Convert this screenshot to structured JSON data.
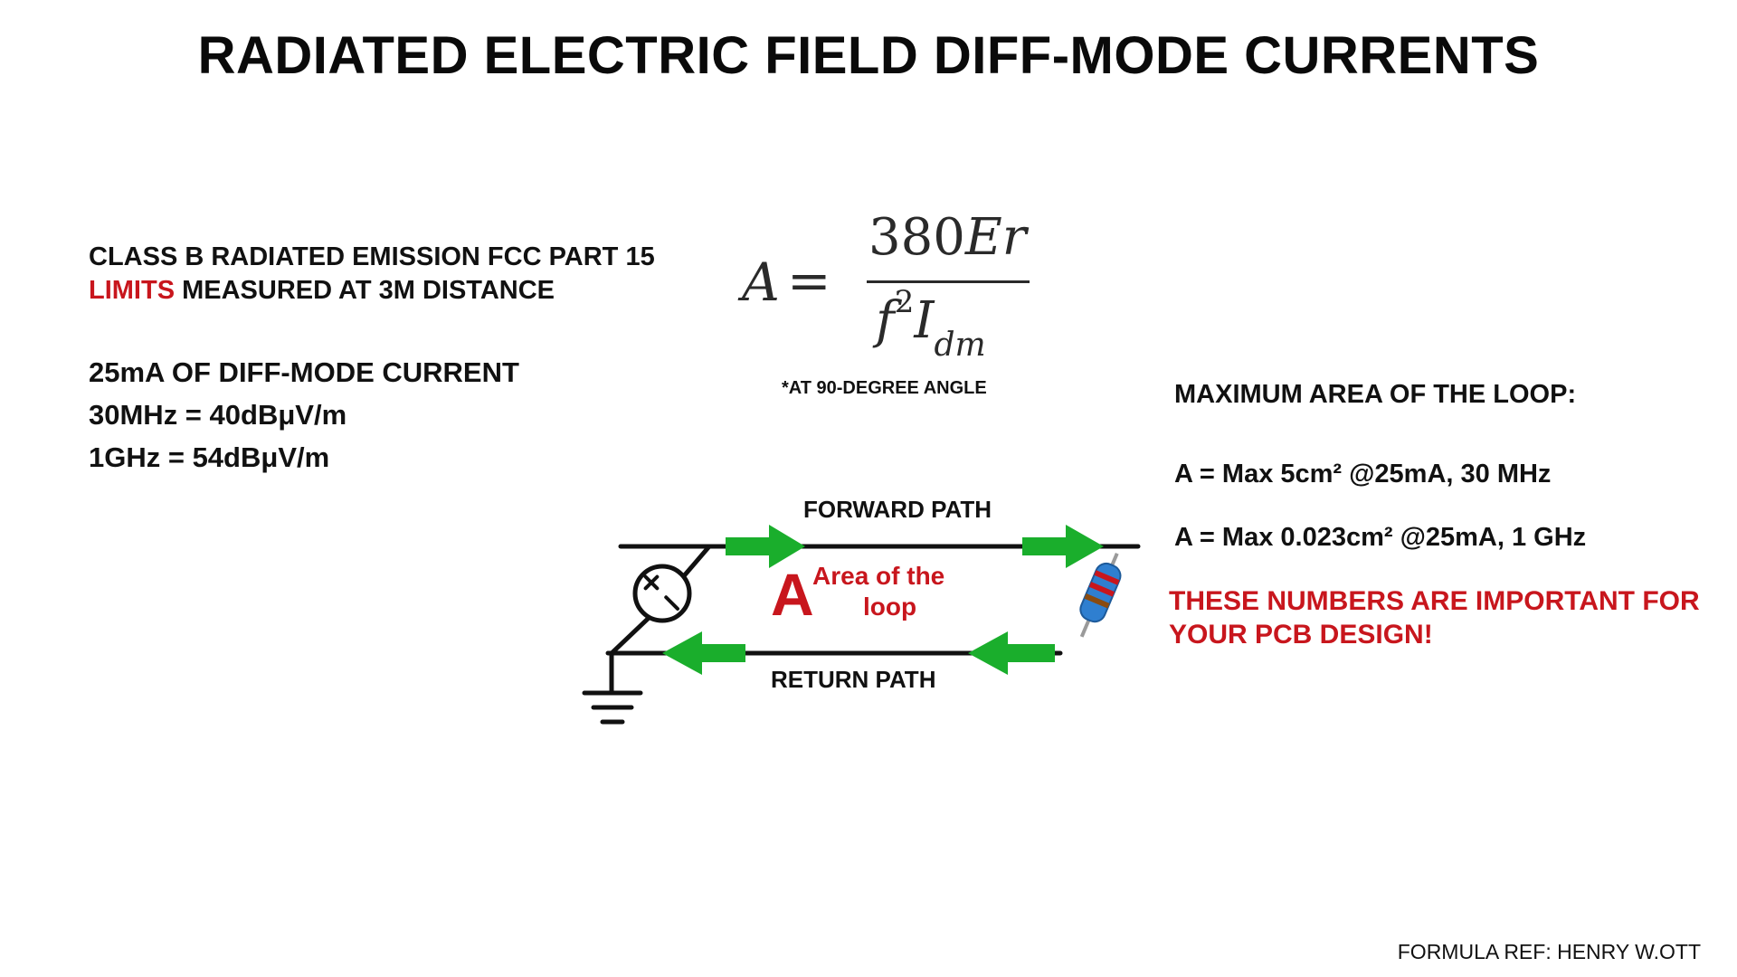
{
  "title": "RADIATED ELECTRIC FIELD DIFF-MODE CURRENTS",
  "left": {
    "class_line": "CLASS B RADIATED EMISSION FCC PART 15",
    "limits_word": "LIMITS",
    "limits_rest": " MEASURED AT 3M DISTANCE",
    "current_line": "25mA OF DIFF-MODE CURRENT",
    "freq_line_1": "30MHz = 40dBμV/m",
    "freq_line_2": "1GHz = 54dBμV/m"
  },
  "formula": {
    "lhs": "A",
    "eq": "=",
    "num_coef": "380",
    "num_var": "Er",
    "den_var": "f",
    "den_exp": "2",
    "den_I": "I",
    "den_sub": "dm",
    "note": "*AT 90-DEGREE ANGLE"
  },
  "diagram": {
    "forward_label": "FORWARD PATH",
    "return_label": "RETURN PATH",
    "area_letter": "A",
    "area_line_1": "Area of the",
    "area_line_2": "loop",
    "source_icon": "voltage-source-icon",
    "ground_icon": "ground-icon",
    "load_icon": "resistor-icon",
    "colors": {
      "arrow": "#1aae2c",
      "label_red": "#c8161d",
      "resistor_body": "#2f7fd0",
      "wire": "#111111"
    }
  },
  "right": {
    "heading": "MAXIMUM AREA OF THE LOOP:",
    "line_1": "A = Max  5cm² @25mA, 30 MHz",
    "line_2": "A = Max  0.023cm² @25mA, 1 GHz",
    "note_1": "THESE NUMBERS ARE IMPORTANT FOR",
    "note_2": "YOUR PCB DESIGN!"
  },
  "footer_ref": "FORMULA REF: HENRY W.OTT"
}
